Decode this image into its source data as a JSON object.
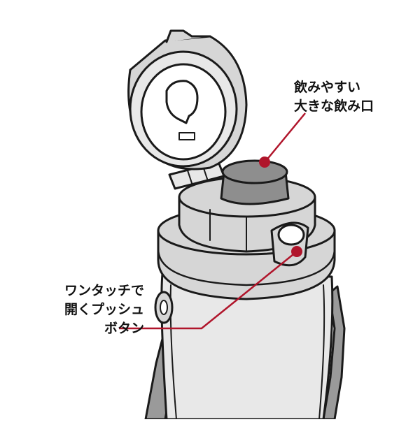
{
  "callouts": {
    "drink_spout": {
      "lines": [
        "飲みやすい",
        "大きな飲み口"
      ]
    },
    "push_button": {
      "lines": [
        "ワンタッチで",
        "開くプッシュ",
        "ボタン"
      ]
    }
  },
  "colors": {
    "outline": "#1a1a1a",
    "body_gray": "#d6d6d6",
    "light_gray": "#e8e8e8",
    "spout_gray": "#8e8e8e",
    "mid_gray": "#9a9a9a",
    "accent_red": "#b0152b"
  }
}
